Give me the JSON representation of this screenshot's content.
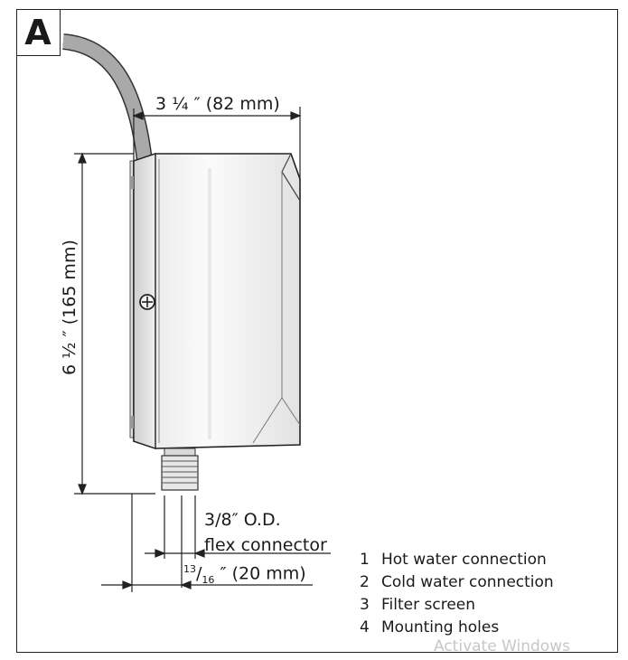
{
  "badge": "A",
  "dimensions": {
    "width": "3 ¼ ″ (82 mm)",
    "height": "6 ½ ″ (165 mm)",
    "bottom_numerator": "13",
    "bottom_denominator": "16",
    "bottom_rest": " ″ (20 mm)"
  },
  "connector": {
    "line1": "3/8″ O.D.",
    "line2": "flex connector"
  },
  "legend": [
    {
      "number": "1",
      "label": "Hot water connection"
    },
    {
      "number": "2",
      "label": "Cold water connection"
    },
    {
      "number": "3",
      "label": "Filter screen"
    },
    {
      "number": "4",
      "label": "Mounting holes"
    }
  ],
  "watermark": "Activate Windows"
}
